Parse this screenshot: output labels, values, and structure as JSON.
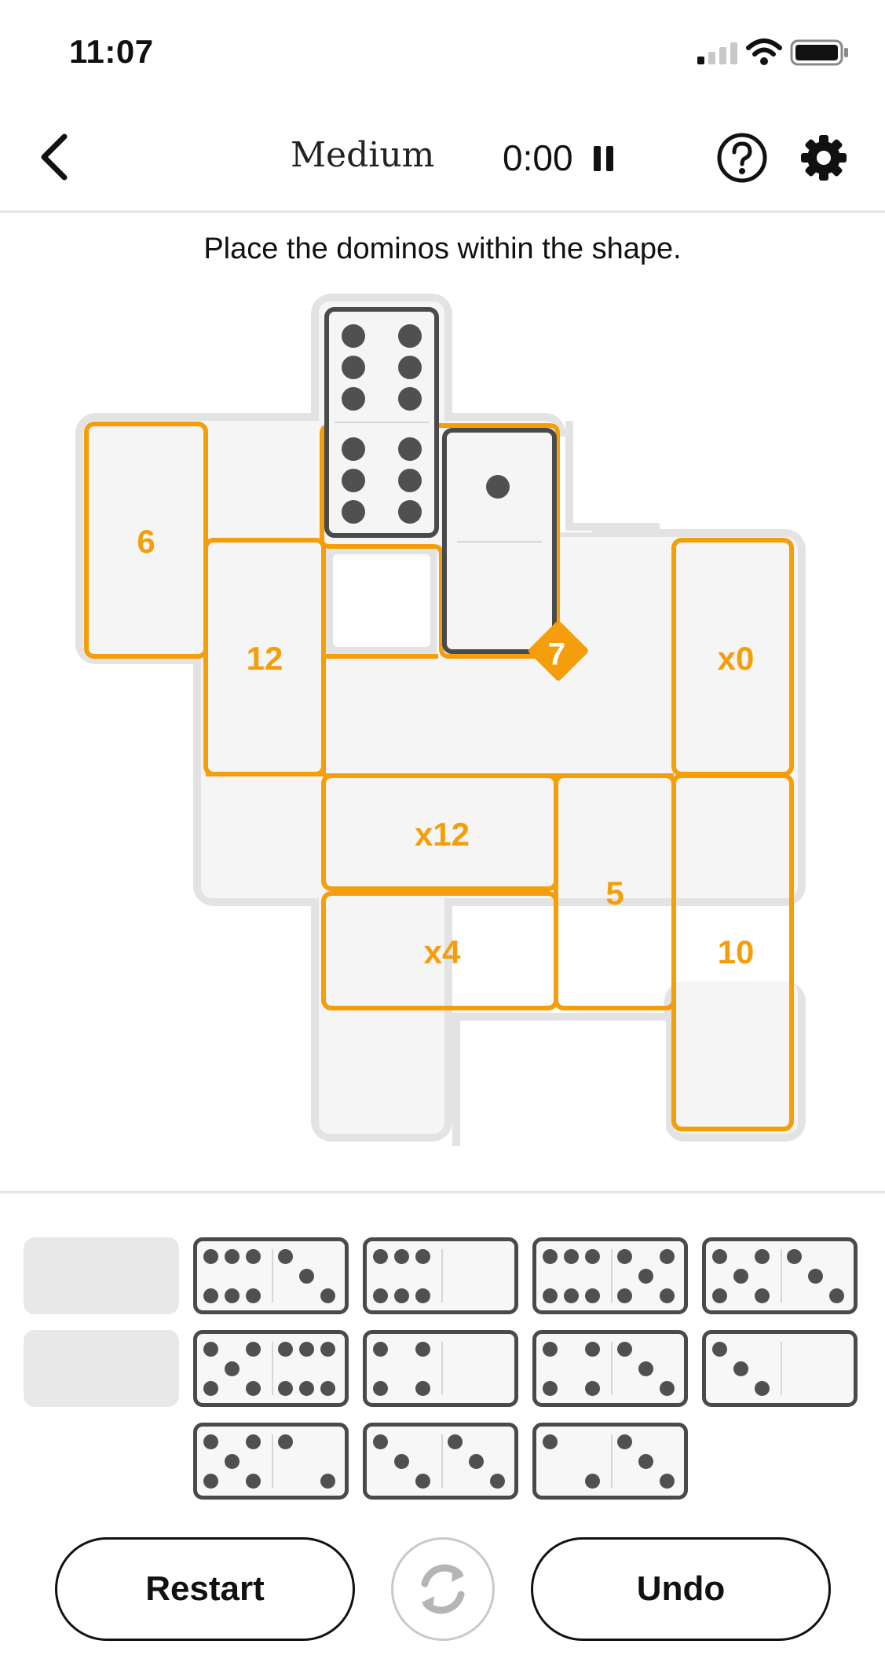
{
  "status_bar": {
    "time": "11:07"
  },
  "header": {
    "title": "Medium",
    "timer": "0:00"
  },
  "instruction": "Place the dominos within the shape.",
  "board": {
    "region_labels": [
      "6",
      "12",
      "x0",
      "x12",
      "5",
      "x4",
      "10"
    ],
    "hint_badge": "7",
    "placed_dominoes": [
      {
        "ends": [
          6,
          6
        ]
      },
      {
        "ends": [
          1,
          0
        ]
      }
    ]
  },
  "tray": {
    "empty_slots": 2,
    "dominoes": [
      {
        "ends": [
          6,
          3
        ]
      },
      {
        "ends": [
          6,
          0
        ]
      },
      {
        "ends": [
          6,
          5
        ]
      },
      {
        "ends": [
          5,
          3
        ]
      },
      {
        "ends": [
          5,
          6
        ]
      },
      {
        "ends": [
          4,
          0
        ]
      },
      {
        "ends": [
          4,
          3
        ]
      },
      {
        "ends": [
          3,
          0
        ]
      },
      {
        "ends": [
          5,
          2
        ]
      },
      {
        "ends": [
          3,
          3
        ]
      },
      {
        "ends": [
          2,
          3
        ]
      }
    ]
  },
  "buttons": {
    "restart": "Restart",
    "undo": "Undo"
  },
  "colors": {
    "accent": "#F59E0B",
    "tile_border": "#4a4a4a",
    "pip": "#505050",
    "cell": "#f5f5f5"
  },
  "icons": [
    "back-chevron-icon",
    "pause-icon",
    "help-icon",
    "gear-icon",
    "rotate-icon",
    "wifi-icon",
    "signal-icon",
    "battery-icon"
  ]
}
